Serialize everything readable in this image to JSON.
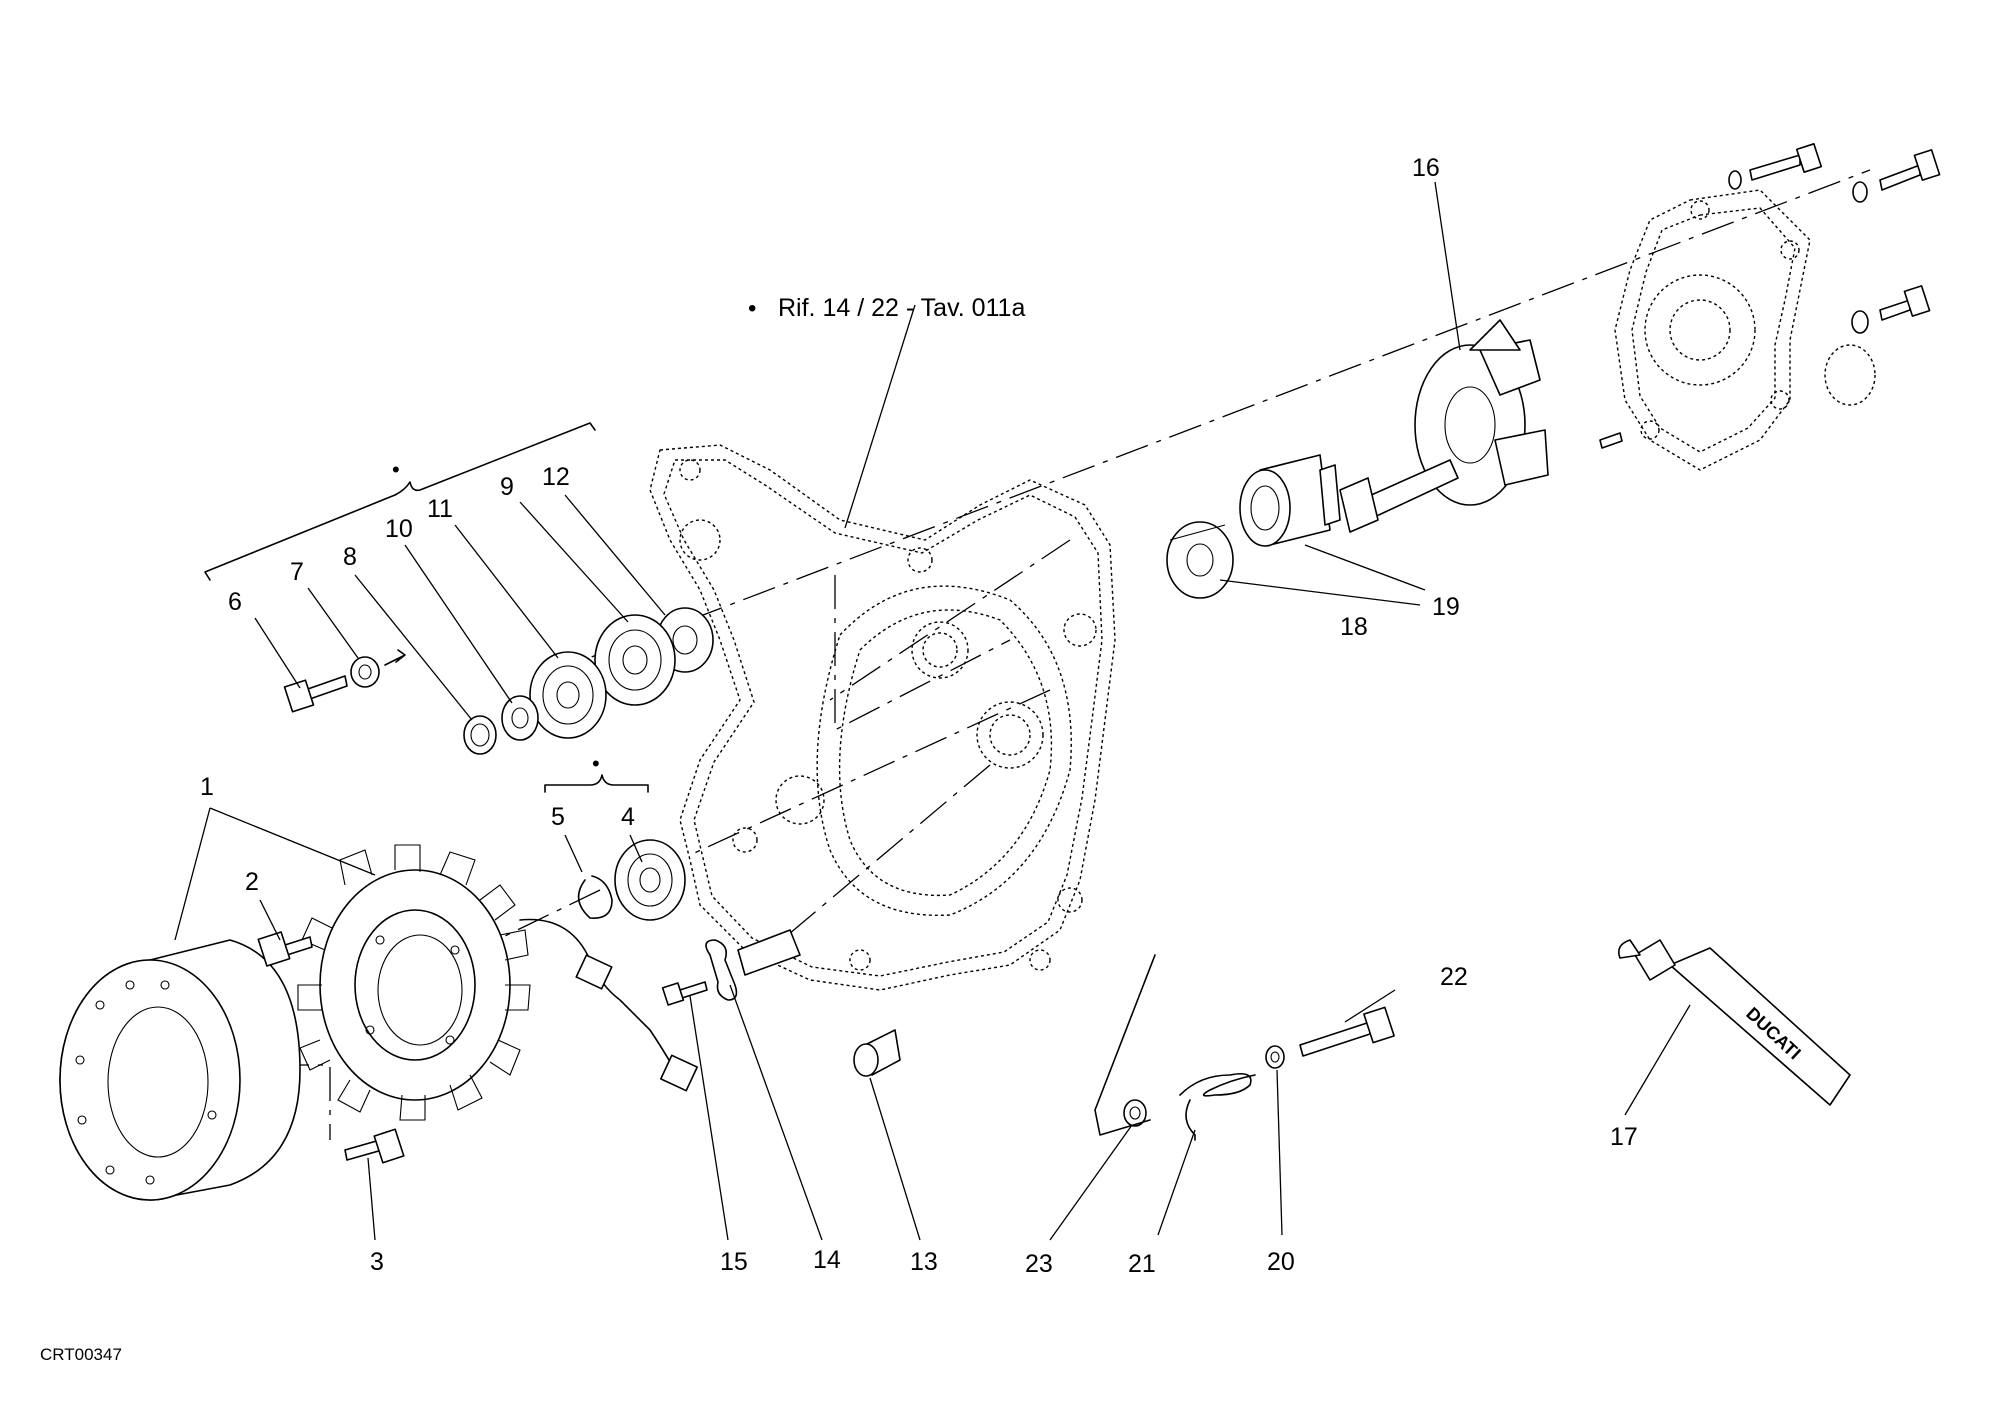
{
  "callouts": [
    {
      "id": "1",
      "label": "1"
    },
    {
      "id": "2",
      "label": "2"
    },
    {
      "id": "3",
      "label": "3"
    },
    {
      "id": "4",
      "label": "4"
    },
    {
      "id": "5",
      "label": "5"
    },
    {
      "id": "6",
      "label": "6"
    },
    {
      "id": "7",
      "label": "7"
    },
    {
      "id": "8",
      "label": "8"
    },
    {
      "id": "9",
      "label": "9"
    },
    {
      "id": "10",
      "label": "10"
    },
    {
      "id": "11",
      "label": "11"
    },
    {
      "id": "12",
      "label": "12"
    },
    {
      "id": "13",
      "label": "13"
    },
    {
      "id": "14",
      "label": "14"
    },
    {
      "id": "15",
      "label": "15"
    },
    {
      "id": "16",
      "label": "16"
    },
    {
      "id": "17",
      "label": "17"
    },
    {
      "id": "18",
      "label": "18"
    },
    {
      "id": "19",
      "label": "19"
    },
    {
      "id": "20",
      "label": "20"
    },
    {
      "id": "21",
      "label": "21"
    },
    {
      "id": "22",
      "label": "22"
    },
    {
      "id": "23",
      "label": "23"
    }
  ],
  "reference_note": "Rif. 14 / 22 - Tav. 011a",
  "reference_bullet": "•",
  "tube_brand": "DUCATI",
  "drawing_code": "CRT00347"
}
